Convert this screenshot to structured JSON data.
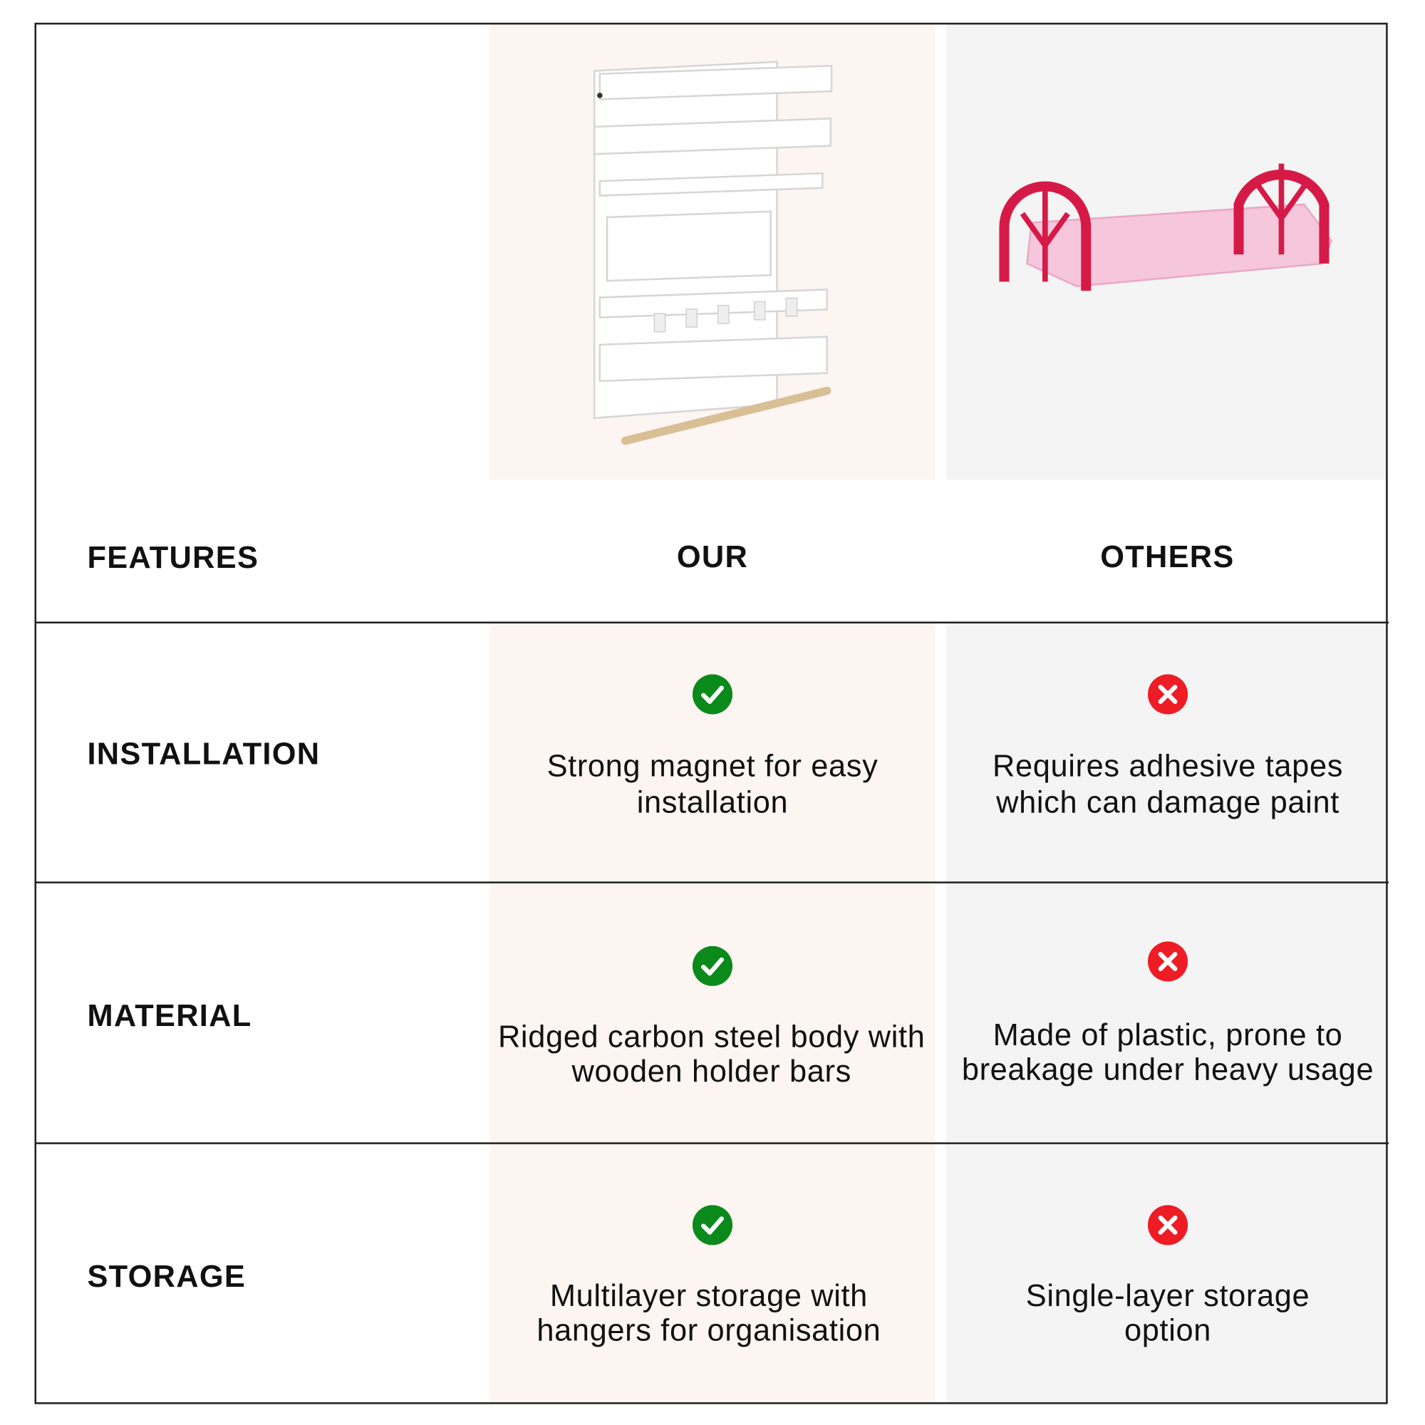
{
  "header": {
    "features": "FEATURES",
    "our": "OUR",
    "others": "OTHERS"
  },
  "colors": {
    "our_bg": "#fdf5f2",
    "others_bg": "#f4f4f4",
    "check": "#0a8a1a",
    "cross": "#ee1c25"
  },
  "rows": [
    {
      "feature": "INSTALLATION",
      "our": "Strong magnet for easy installation",
      "others": "Requires adhesive tapes which can damage paint",
      "our_icon": "check-icon",
      "others_icon": "cross-icon"
    },
    {
      "feature": "MATERIAL",
      "our": "Ridged carbon steel body with wooden holder bars",
      "others": "Made of plastic, prone to breakage under heavy usage",
      "our_icon": "check-icon",
      "others_icon": "cross-icon"
    },
    {
      "feature": "STORAGE",
      "our": "Multilayer storage with hangers for organisation",
      "others": "Single-layer storage option",
      "our_icon": "check-icon",
      "others_icon": "cross-icon"
    }
  ]
}
